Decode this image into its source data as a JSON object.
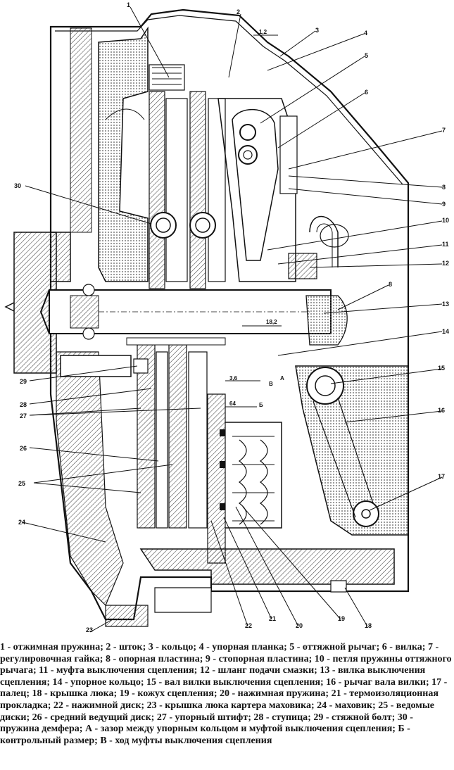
{
  "callouts": [
    "1",
    "2",
    "3",
    "4",
    "5",
    "6",
    "7",
    "8",
    "9",
    "10",
    "11",
    "12",
    "8",
    "13",
    "14",
    "15",
    "16",
    "17",
    "18",
    "19",
    "20",
    "21",
    "22",
    "23",
    "24",
    "25",
    "26",
    "27",
    "28",
    "29",
    "30"
  ],
  "dimensions": {
    "gap_top": "1,2",
    "d18": "18,2",
    "d36": "3,6",
    "d64": "64",
    "letter_a": "А",
    "letter_b": "Б",
    "letter_v": "В"
  },
  "legend_text": "1 - отжимная пружина; 2 - шток; 3 - кольцо; 4 - упорная планка; 5 - оттяжной рычаг; 6 - вилка; 7 - регулировочная гайка; 8 - опорная пластина; 9 - стопорная пластина; 10 - петля пружины оттяжного рычага; 11 - муфта выключения сцепления; 12 - шланг подачи смазки; 13 - вилка выключения сцепления; 14 - упорное кольцо; 15 - вал вилки выключения сцепления; 16 - рычаг вала вилки; 17 - палец; 18 - крышка люка; 19 - кожух сцепления; 20 - нажимная пружина; 21 - термоизоляционная прокладка; 22 - нажимной диск; 23 - крышка люка картера маховика; 24 - маховик; 25 - ведомые диски; 26 - средний ведущий диск; 27 - упорный штифт; 28 - ступица; 29 - стяжной болт; 30 - пружина демфера; А - зазор между упорным кольцом и муфтой выключения сцепления; Б - контрольный размер; В - ход муфты выключения сцепления"
}
